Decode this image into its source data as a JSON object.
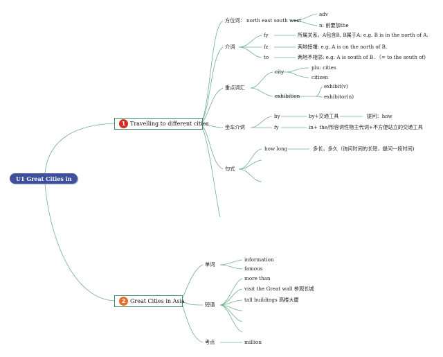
{
  "colors": {
    "root_bg": "#3f4f9b",
    "line": "#6fae8c",
    "topic_border": "#3d8a63",
    "badge1": "#d62c1f",
    "badge2": "#e5702b"
  },
  "root": {
    "label": "U1 Great Cities in"
  },
  "topic1": {
    "num": "1",
    "label": "Travelling to different cities",
    "fangwei": {
      "label": "方位词：",
      "words": "north east south west",
      "adv": "adv",
      "n": "n: 前要加the"
    },
    "jieci": {
      "label": "介词",
      "items": [
        {
          "word": "fy",
          "text": "所属关系，A包含B, B属于A: e.g. B is in the north of A."
        },
        {
          "word": "fz",
          "text": "两地接壤: e.g. A is on the north of B."
        },
        {
          "word": "to",
          "text": "两地不相邻: e.g. A is south of B. （= to the south of)"
        }
      ]
    },
    "vocab": {
      "label": "重点词汇",
      "city": {
        "word": "city",
        "plural": "plu: cities",
        "citizen": "citizen"
      },
      "exhibition": {
        "word": "exhibition",
        "verb": "exhibit(v)",
        "noun": "exhibitor(n)"
      }
    },
    "transport": {
      "label": "坐车介词",
      "by": {
        "word": "by",
        "text": "by+交通工具",
        "ask": "提问：how"
      },
      "in": {
        "word": "fy",
        "text": "in+ the/形容词性物主代词+不方便站立的交通工具"
      }
    },
    "sentence": {
      "label": "句式",
      "how_long": "how long",
      "text": "多长，多久（询问时间的长短，提问一段时间)"
    }
  },
  "topic2": {
    "num": "2",
    "label": "Great Cities in Asia",
    "words": {
      "label": "单词",
      "items": [
        "information",
        "famous"
      ]
    },
    "phrases": {
      "label": "短语",
      "items": [
        "more than",
        "visit the Great wall 参观长城",
        "tall buildings 高楼大厦"
      ]
    },
    "exam": {
      "label": "考点",
      "items": [
        "million"
      ]
    }
  }
}
